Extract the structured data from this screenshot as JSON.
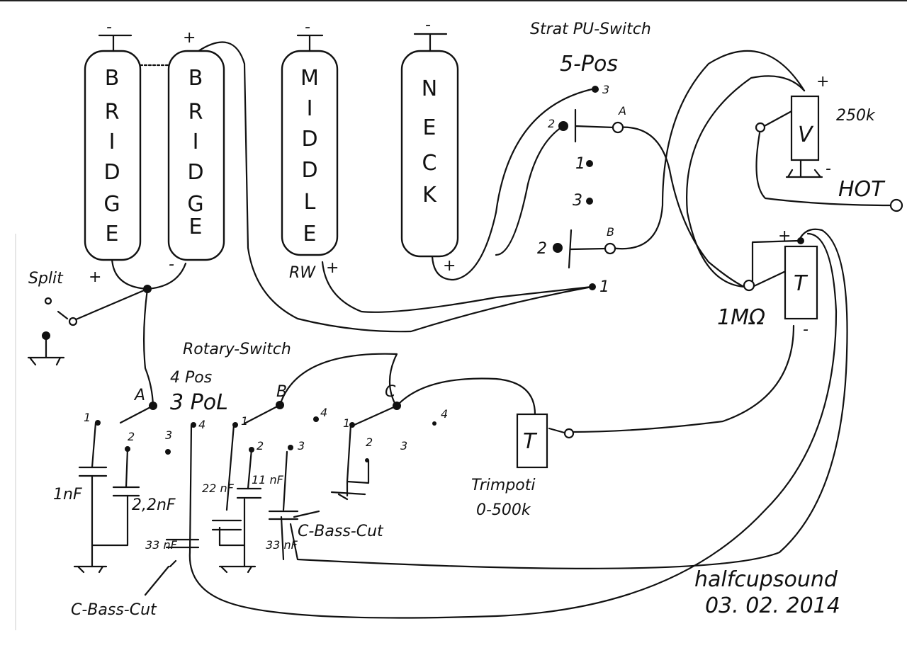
{
  "pickups": [
    {
      "letters": [
        "B",
        "R",
        "I",
        "D",
        "G",
        "E"
      ],
      "top": "-",
      "bottom": "+"
    },
    {
      "letters": [
        "B",
        "R",
        "I",
        "D",
        "G",
        "E"
      ],
      "top": "+",
      "bottom": "-"
    },
    {
      "letters": [
        "M",
        "I",
        "D",
        "D",
        "L",
        "E"
      ],
      "top": "-",
      "bottom": "+",
      "bottom_note": "RW"
    },
    {
      "letters": [
        "N",
        "E",
        "C",
        "K"
      ],
      "top": "-",
      "bottom": "+"
    }
  ],
  "split_label": "Split",
  "pu_switch": {
    "title": "Strat PU-Switch",
    "subtitle": "5-Pos",
    "terminals": [
      "3",
      "2",
      "A",
      "1",
      "3",
      "2",
      "B",
      "1"
    ]
  },
  "volume_pot": {
    "label": "V",
    "value": "250k",
    "plus": "+",
    "minus": "-"
  },
  "output": {
    "label": "HOT"
  },
  "tone_pot": {
    "label": "T",
    "value": "1MΩ",
    "plus": "+",
    "minus": "-"
  },
  "rotary_switch": {
    "title": "Rotary-Switch",
    "line2": "4 Pos",
    "line3": "3 PoL",
    "poles": [
      "A",
      "B",
      "C"
    ],
    "positions": [
      "1",
      "2",
      "3",
      "4"
    ]
  },
  "capacitors": [
    "1nF",
    "2,2nF",
    "22 nF",
    "11 nF",
    "33 nF",
    "33 nF"
  ],
  "bass_cut_labels": [
    "C-Bass-Cut",
    "C-Bass-Cut"
  ],
  "trimpoti": {
    "label": "T",
    "title": "Trimpoti",
    "range": "0-500k"
  },
  "signature": {
    "name": "halfcupsound",
    "date": "03. 02. 2014"
  }
}
